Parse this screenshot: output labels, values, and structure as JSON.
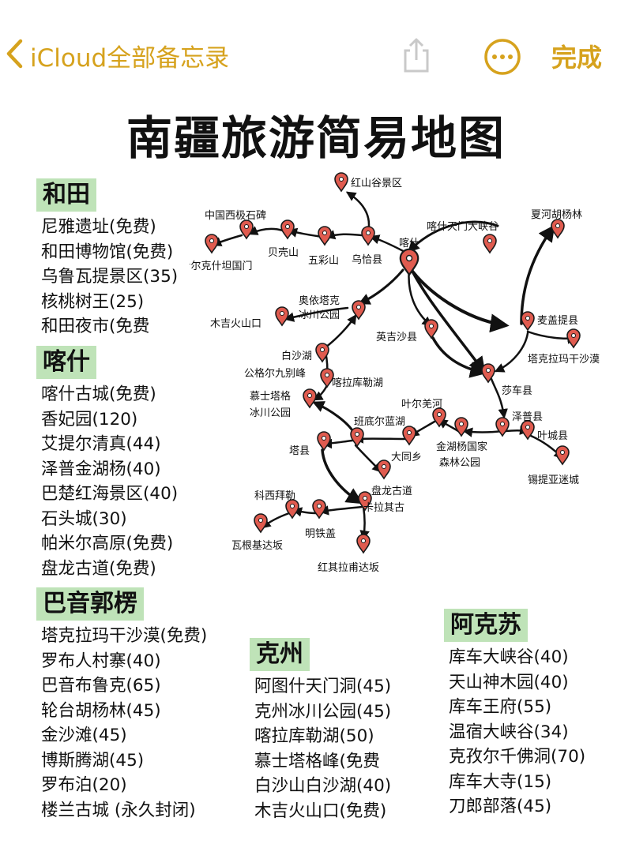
{
  "toolbar": {
    "back_label": "iCloud全部备忘录",
    "done_label": "完成",
    "accent_color": "#d6a21d",
    "icons": [
      "chevron-left-icon",
      "share-icon",
      "more-icon"
    ]
  },
  "note": {
    "title": "南疆旅游简易地图",
    "highlight_color": "#bfe3b8",
    "sections": {
      "hetian": {
        "title": "和田",
        "items": [
          "尼雅遗址(免费)",
          "和田博物馆(免费)",
          "乌鲁瓦提景区(35)",
          "核桃树王(25)",
          "和田夜市(免费"
        ]
      },
      "kashi": {
        "title": "喀什",
        "items": [
          "喀什古城(免费)",
          "香妃园(120)",
          "艾提尔清真(44)",
          "泽普金湖杨(40)",
          "巴楚红海景区(40)",
          "石头城(30)",
          "帕米尔高原(免费)",
          "盘龙古道(免费)"
        ]
      },
      "bayin": {
        "title": "巴音郭楞",
        "items": [
          "塔克拉玛干沙漠(免费)",
          "罗布人村寨(40)",
          "巴音布鲁克(65)",
          "轮台胡杨林(45)",
          "金沙滩(45)",
          "博斯腾湖(45)",
          "罗布泊(20)",
          "楼兰古城 (永久封闭)"
        ]
      },
      "kezhou": {
        "title": "克州",
        "items": [
          "阿图什天门洞(45)",
          "克州冰川公园(45)",
          "喀拉库勒湖(50)",
          "慕士塔格峰(免费",
          "白沙山白沙湖(40)",
          "木吉火山口(免费)"
        ]
      },
      "akesu": {
        "title": "阿克苏",
        "items": [
          "库车大峡谷(40)",
          "天山神木园(40)",
          "库车王府(55)",
          "温宿大峡谷(34)",
          "克孜尔千佛洞(70)",
          "库车大寺(15)",
          "刀郎部落(45)"
        ]
      }
    }
  },
  "map": {
    "pin_color": "#e05b4f",
    "labels": {
      "hongshangu": "红山谷景区",
      "zhongguo": "中国西极石碑",
      "yierke": "伊尔克什坦国门",
      "beike": "贝壳山",
      "wucai": "五彩山",
      "wuqia": "乌恰县",
      "kashi": "喀什",
      "tianmen": "喀什天门大峡谷",
      "xiahe": "夏河胡杨林",
      "aoyi_1": "奥依塔克",
      "aoyi_2": "冰川公园",
      "muji": "木吉火山口",
      "yingjisha": "英吉沙县",
      "maigai": "麦盖提县",
      "baisha": "白沙湖",
      "gongge": "公格尔九别峰",
      "kala": "喀拉库勒湖",
      "takela": "塔克拉玛干沙漠",
      "shache": "莎车县",
      "mushi_1": "慕士塔格",
      "mushi_2": "冰川公园",
      "yeerqiang": "叶尔羌河",
      "zepu": "泽普县",
      "yecheng": "叶城县",
      "bandi": "班底尔蓝湖",
      "datong": "大同乡",
      "jinhu_1": "金湖杨国家",
      "jinhu_2": "森林公园",
      "xiti": "锡提亚迷城",
      "taxian": "塔县",
      "panlong": "盘龙古道",
      "kalaqigu": "卡拉其古",
      "kexi": "科西拜勒",
      "mingtie": "明铁盖",
      "wagen": "瓦根基达坂",
      "hongqi": "红其拉甫达坂"
    }
  }
}
